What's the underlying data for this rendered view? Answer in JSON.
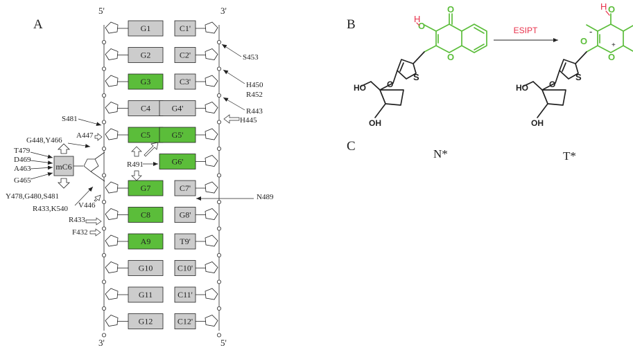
{
  "panels": {
    "a": "A",
    "b": "B",
    "c": "C"
  },
  "strand_ends": {
    "top_left": "5'",
    "top_right": "3'",
    "bottom_left": "3'",
    "bottom_right": "5'"
  },
  "colors": {
    "green": "#5bbd3a",
    "gray": "#cccccc",
    "red": "#e8304a",
    "ink": "#222222"
  },
  "pairs": [
    {
      "left": "G1",
      "left_green": false,
      "right": "C1'",
      "right_green": false
    },
    {
      "left": "G2",
      "left_green": false,
      "right": "C2'",
      "right_green": false
    },
    {
      "left": "G3",
      "left_green": true,
      "right": "C3'",
      "right_green": false
    },
    {
      "left": "C4",
      "left_green": false,
      "right": "G4'",
      "right_green": false
    },
    {
      "left": "C5",
      "left_green": true,
      "right": "G5'",
      "right_green": true
    },
    {
      "left": "",
      "left_green": false,
      "right": "G6'",
      "right_green": true
    },
    {
      "left": "G7",
      "left_green": true,
      "right": "C7'",
      "right_green": false
    },
    {
      "left": "C8",
      "left_green": true,
      "right": "G8'",
      "right_green": false
    },
    {
      "left": "A9",
      "left_green": true,
      "right": "T9'",
      "right_green": false
    },
    {
      "left": "G10",
      "left_green": false,
      "right": "C10'",
      "right_green": false
    },
    {
      "left": "G11",
      "left_green": false,
      "right": "C11'",
      "right_green": false
    },
    {
      "left": "G12",
      "left_green": false,
      "right": "C12'",
      "right_green": false
    }
  ],
  "flipped_base": "mC6",
  "residues": {
    "s453": "S453",
    "h450": "H450",
    "r452": "R452",
    "r443": "R443",
    "h445": "H445",
    "s481": "S481",
    "a447": "A447",
    "g448_y466": "G448,Y466",
    "t479": "T479",
    "d469": "D469",
    "a463": "A463",
    "g465": "G465",
    "r491": "R491",
    "y478_g480_s481": "Y478,G480,S481",
    "r433_k540": "R433,K540",
    "v446": "V446",
    "r433": "R433",
    "f432": "F432",
    "n489": "N489"
  },
  "reaction": {
    "arrow_label": "ESIPT",
    "left_state": "N*",
    "right_state": "T*"
  },
  "atoms": {
    "h": "H",
    "o": "O",
    "s": "S",
    "ho": "HO",
    "oh": "OH",
    "minus": "-",
    "plus": "+"
  }
}
